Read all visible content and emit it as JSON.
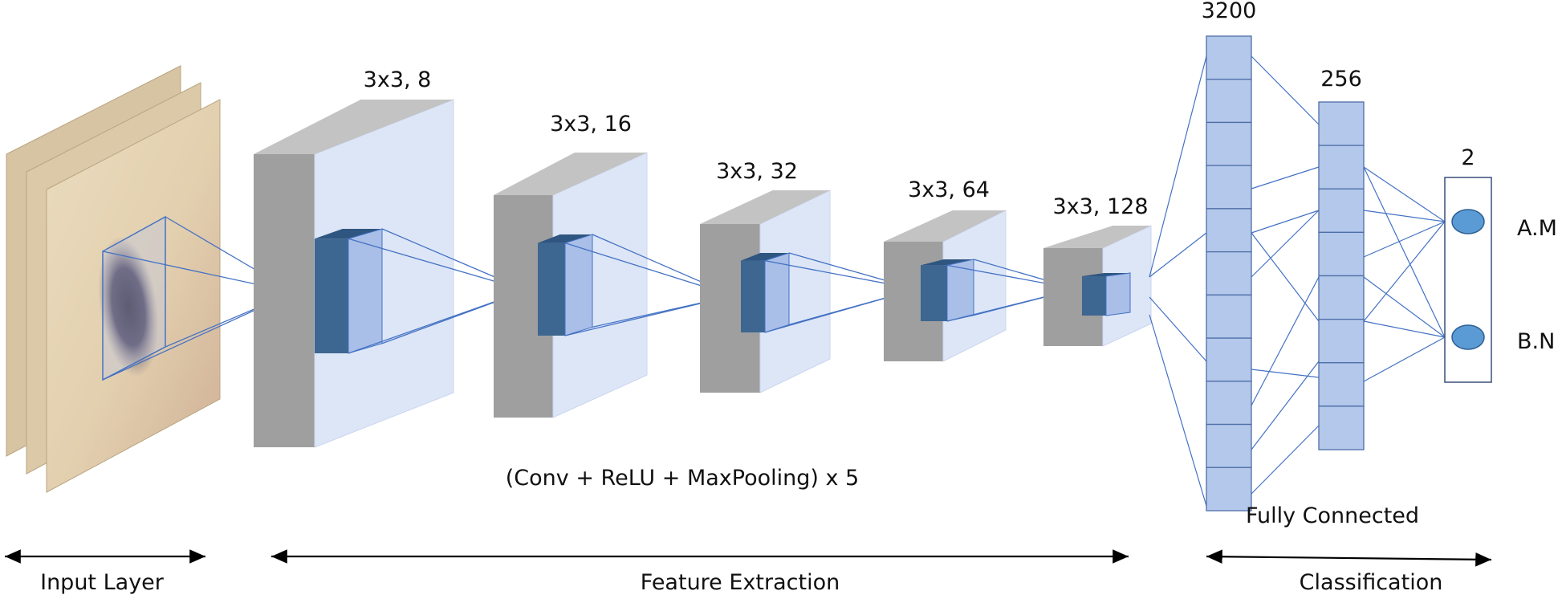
{
  "colors": {
    "box_side": "#9f9f9f",
    "box_top": "#c3c3c3",
    "box_front": "#dde6f7",
    "kernel_dark": "#3d6690",
    "kernel_light": "#a9bfe8",
    "fc_fill": "#b3c8ea",
    "fc_stroke": "#4f6ea8",
    "line": "#4472c4",
    "neuron": "#5b9bd5",
    "skin": "#e3d2b4"
  },
  "conv_layers": [
    {
      "label": "3x3, 8"
    },
    {
      "label": "3x3, 16"
    },
    {
      "label": "3x3, 32"
    },
    {
      "label": "3x3, 64"
    },
    {
      "label": "3x3, 128"
    }
  ],
  "conv_caption": "(Conv + ReLU + MaxPooling) x 5",
  "fc_layers": [
    {
      "label": "3200",
      "cells": 11
    },
    {
      "label": "256",
      "cells": 8
    },
    {
      "label": "2",
      "cells": 2
    }
  ],
  "fc_caption": "Fully Connected",
  "outputs": [
    "A.M",
    "B.N"
  ],
  "sections": [
    "Input Layer",
    "Feature Extraction",
    "Classification"
  ]
}
